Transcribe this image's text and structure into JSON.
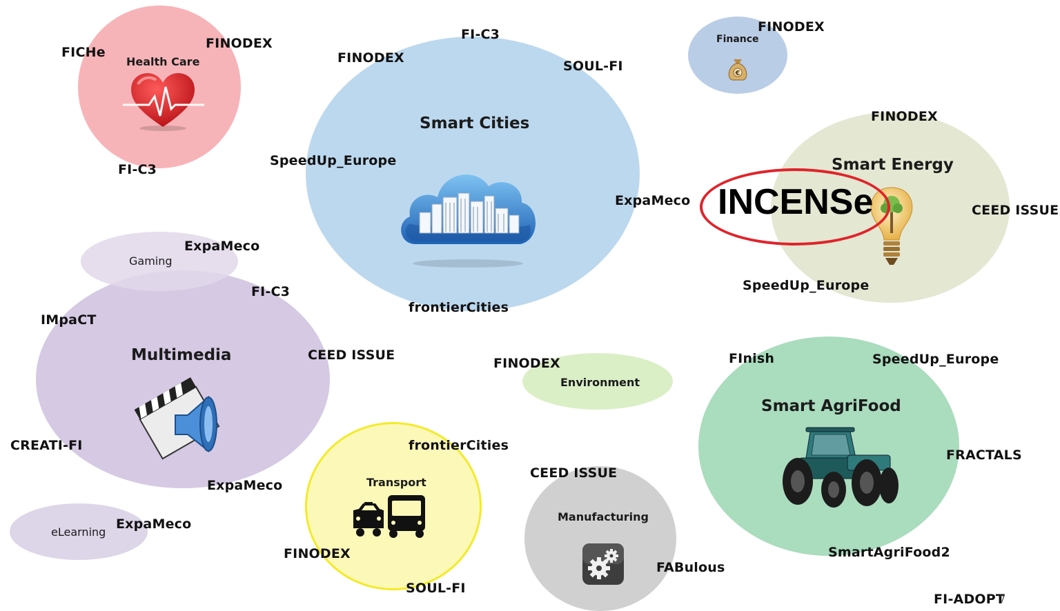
{
  "clusters": {
    "health_care": {
      "title": "Health Care",
      "color": "#f6b2b6",
      "projects": [
        "FICHe",
        "FINODEX",
        "FI-C3"
      ]
    },
    "smart_cities": {
      "title": "Smart Cities",
      "color": "#b9d7ee",
      "projects": [
        "FI-C3",
        "FINODEX",
        "SOUL-FI",
        "SpeedUp_Europe",
        "ExpaMeco",
        "frontierCities"
      ]
    },
    "finance": {
      "title": "Finance",
      "color": "#b7cbe6",
      "projects": [
        "FINODEX"
      ]
    },
    "smart_energy": {
      "title": "Smart Energy",
      "color": "#e3e6d0",
      "projects": [
        "FINODEX",
        "CEED ISSUE",
        "SpeedUp_Europe"
      ]
    },
    "gaming": {
      "title": "Gaming",
      "color": "#e3d8e8",
      "projects": [
        "ExpaMeco"
      ]
    },
    "multimedia": {
      "title": "Multimedia",
      "color": "#d3c7e2",
      "projects": [
        "FI-C3",
        "IMpaCT",
        "CEED ISSUE",
        "CREATI-FI",
        "ExpaMeco"
      ]
    },
    "elearning": {
      "title": "eLearning",
      "color": "#ddd5e8",
      "projects": [
        "ExpaMeco"
      ]
    },
    "transport": {
      "title": "Transport",
      "color": "#fbf7b6",
      "border": "#f2ea26",
      "projects": [
        "frontierCities",
        "FINODEX",
        "SOUL-FI"
      ]
    },
    "environment": {
      "title": "Environment",
      "color": "#daeec4",
      "projects": [
        "FINODEX"
      ]
    },
    "manufacturing": {
      "title": "Manufacturing",
      "color": "#cfcfcf",
      "projects": [
        "CEED ISSUE",
        "FABulous"
      ]
    },
    "smart_agrifood": {
      "title": "Smart AgriFood",
      "color": "#a9dbbd",
      "projects": [
        "FInish",
        "SpeedUp_Europe",
        "FRACTALS",
        "SmartAgriFood2",
        "FI-ADOPT"
      ]
    }
  },
  "highlight": {
    "label": "INCENSe",
    "ring_color": "#e0232a"
  },
  "page_number": "7"
}
